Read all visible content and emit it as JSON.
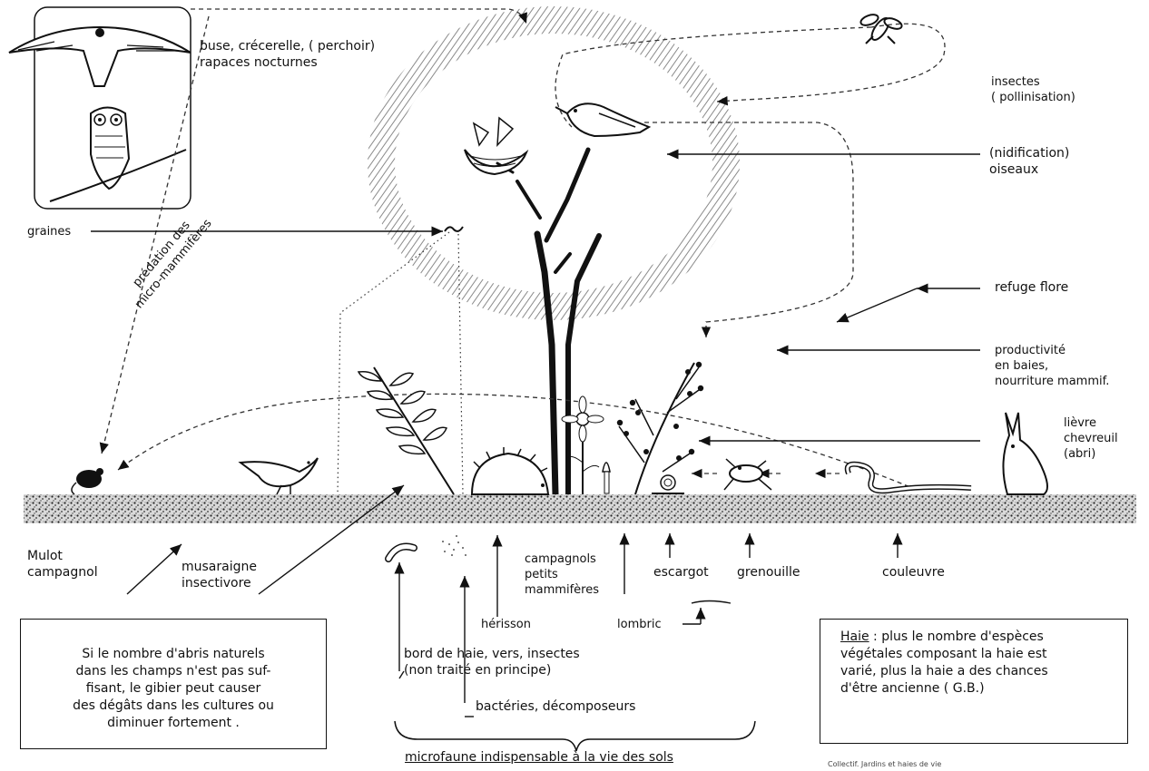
{
  "labels": {
    "raptors": "buse, crécerelle, ( perchoir)\nrapaces nocturnes",
    "insects": "insectes\n( pollinisation)",
    "birds": "(nidification)\noiseaux",
    "refuge": "refuge flore",
    "productivity": "productivité\nen baies,\nnourriture mammif.",
    "hare": "lièvre\nchevreuil\n(abri)",
    "seeds": "graines",
    "predation": "prédation des\nmicro-mammifères",
    "mulot": "Mulot\ncampagnol",
    "musaraigne": "musaraigne\ninsectivore",
    "campagnols": "campagnols\npetits\nmammifères",
    "escargot": "escargot",
    "grenouille": "grenouille",
    "couleuvre": "couleuvre",
    "herisson": "hérisson",
    "lombric": "lombric",
    "bord_haie": "bord de haie, vers, insectes\n(non traité en principe)",
    "bacteries": "bactéries, décomposeurs",
    "microfaune": "microfaune indispensable à la vie des sols"
  },
  "boxes": {
    "gibier": "Si le nombre  d'abris naturels\ndans  les champs n'est pas suf-\nfisant, le gibier peut causer\ndes dégâts dans les cultures ou\ndiminuer fortement .",
    "haie_title": "Haie",
    "haie_text": " :  plus le nombre d'espèces\nvégétales composant la haie est\nvarié, plus la haie a des chances\nd'être ancienne  ( G.B.)"
  },
  "credit": "Collectif. Jardins et haies de vie"
}
